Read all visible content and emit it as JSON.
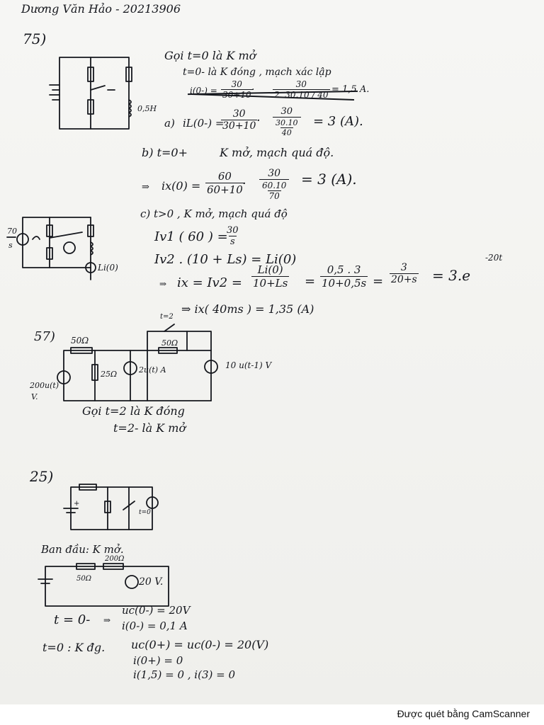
{
  "header": {
    "name_line": "Dương Văn Hảo - 20213906"
  },
  "p75": {
    "number": "75)",
    "inductor_label": "0,5H",
    "gia_su": "Gọi t=0 là K mở",
    "t_minus": "t=0- là K đóng , mạch xác lập",
    "crossed_line_prefix": "i(0-) =",
    "crossed_frac1_num": "30",
    "crossed_frac1_den": "30+10",
    "crossed_dot": "·",
    "crossed_frac2_num": "30",
    "crossed_frac2_den": "2. 30.10 / 40",
    "crossed_result": "= 1,5 A.",
    "a_label": "a)",
    "a_lhs": "iL(0-) =",
    "a_frac1_num": "30",
    "a_frac1_den": "30+10",
    "a_dot": "·",
    "a_frac2_num": "30",
    "a_frac2_den_num": "30.10",
    "a_frac2_den_den": "40",
    "a_result": "= 3 (A).",
    "b_label": "b) t=0+",
    "b_text": "K mở, mạch quá độ.",
    "b_arrow": "⇒",
    "b_lhs": "ix(0) =",
    "b_frac1_num": "60",
    "b_frac1_den": "60+10",
    "b_dot": "·",
    "b_frac2_num": "30",
    "b_frac2_den_num": "60.10",
    "b_frac2_den_den": "70",
    "b_result": "= 3 (A).",
    "src_label_num": "70",
    "src_label_den": "s",
    "li_label": "Li(0)",
    "c_line": "c) t>0 , K mở, mạch quá độ",
    "c_iv1_lhs": "Iv1 ( 60 ) =",
    "c_iv1_num": "30",
    "c_iv1_den": "s",
    "c_iv2": "Iv2 . (10 + Ls) = Li(0)",
    "c_arrow": "⇒",
    "c_ix_lhs": "ix = Iv2 =",
    "c_f1_num": "Li(0)",
    "c_f1_den": "10+Ls",
    "c_eq": "=",
    "c_f2_num": "0,5 . 3",
    "c_f2_den": "10+0,5s",
    "c_eq2": "=",
    "c_f3_num": "3",
    "c_f3_den": "20+s",
    "c_result": "= 3.e",
    "c_exp": "-20t",
    "c_final": "⇒ ix( 40ms ) = 1,35 (A)"
  },
  "p57": {
    "number": "57)",
    "r1": "50Ω",
    "r2": "25Ω",
    "r3": "50Ω",
    "switch_label": "t=2",
    "src_left": "200u(t)",
    "src_left_unit": "V.",
    "current_src": "2u(t) A",
    "src_right": "10 u(t-1) V",
    "line1": "Gọi t=2 là K đóng",
    "line2": "t=2- là K mở"
  },
  "p25": {
    "number": "25)",
    "switch_label": "t=0",
    "initially": "Ban đầu: K mở.",
    "r1": "50Ω",
    "r2": "200Ω",
    "src": "20 V.",
    "t0m": "t = 0-",
    "t0m_arrow": "⇒",
    "uc0m": "uc(0-) = 20V",
    "i0m": "i(0-) = 0,1 A",
    "t0_label": "t=0 : K đg.",
    "uc0p": "uc(0+) = uc(0-) = 20(V)",
    "i0p": "i(0+) = 0",
    "i15": "i(1,5) = 0 , i(3) = 0"
  },
  "footer": {
    "scanner": "Được quét bằng CamScanner"
  }
}
